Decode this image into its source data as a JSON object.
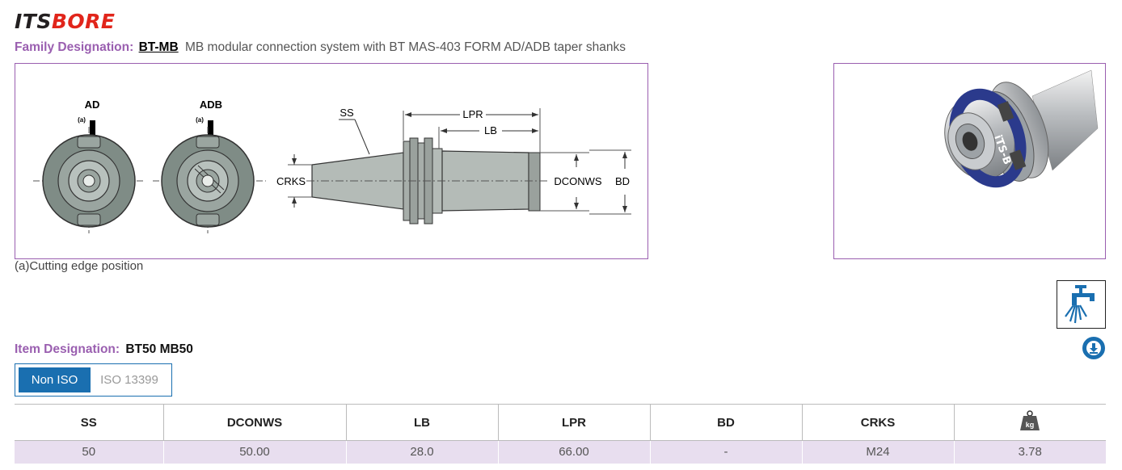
{
  "brand": {
    "part1": "ITS",
    "part2": "BORE"
  },
  "family": {
    "label": "Family Designation:",
    "code": "BT-MB",
    "description": "MB modular connection system with BT MAS-403 FORM AD/ADB taper shanks"
  },
  "diagram": {
    "labels": {
      "ad": "AD",
      "adb": "ADB",
      "a_mark": "(a)",
      "ss": "SS",
      "lpr": "LPR",
      "lb": "LB",
      "crks": "CRKS",
      "dconws": "DCONWS",
      "bd": "BD"
    },
    "note": "(a)Cutting edge position"
  },
  "photo": {
    "ring_text": "iTS-B"
  },
  "icons": {
    "coolant": "coolant-tap-icon",
    "download": "download-circle-icon",
    "weight": "weight-kg-icon"
  },
  "weight_label": "kg",
  "item": {
    "label": "Item Designation:",
    "value": "BT50 MB50"
  },
  "tabs": [
    {
      "label": "Non ISO",
      "active": true
    },
    {
      "label": "ISO 13399",
      "active": false
    }
  ],
  "table": {
    "headers": [
      "SS",
      "DCONWS",
      "LB",
      "LPR",
      "BD",
      "CRKS"
    ],
    "row": [
      "50",
      "50.00",
      "28.0",
      "66.00",
      "-",
      "M24",
      "3.78"
    ]
  },
  "colors": {
    "accent": "#9a5fb0",
    "primary": "#1a6fb0",
    "row_bg": "#e8deef",
    "logo_red": "#e1251b"
  }
}
